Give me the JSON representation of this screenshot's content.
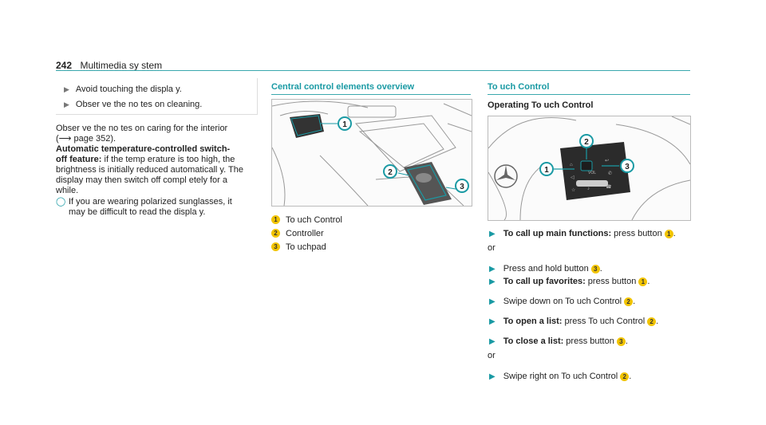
{
  "header": {
    "page_number": "242",
    "title": "Multimedia sy stem"
  },
  "left": {
    "bullets": [
      "Avoid touching the displa y.",
      "Obser ve the no tes on cleaning."
    ],
    "para1": [
      "Obser ve the no tes on caring for the interior",
      "page 352)."
    ],
    "para1_prefix": "(",
    "para2_bold_1": "Automatic temperature-controlled switch-",
    "para2_bold_2": "off feature:",
    "para2_rest": [
      " if the temp erature is too high, the",
      "brightness is initially reduced automaticall y. The",
      "display may then switch off compl etely for a",
      "while."
    ],
    "tip": [
      "If you are wearing polarized sunglasses, it",
      "may be difficult to read the displa y."
    ],
    "tip_icon": "info-bulb-icon"
  },
  "middle": {
    "heading": "Central control elements overview",
    "legend": [
      {
        "n": "1",
        "label": "To uch Control"
      },
      {
        "n": "2",
        "label": "Controller"
      },
      {
        "n": "3",
        "label": "To uchpad"
      }
    ]
  },
  "right": {
    "heading": "To uch Control",
    "subheading": "Operating To uch Control",
    "wheel_labels": {
      "vol": "VOL"
    },
    "steps": [
      {
        "type": "step",
        "bold": "To call up main functions:",
        "text": "press button",
        "n": "1",
        "end": "."
      },
      {
        "type": "or",
        "text": "or"
      },
      {
        "type": "step",
        "bold": "",
        "text": "Press and hold button",
        "n": "3",
        "end": "."
      },
      {
        "type": "step",
        "bold": "To call up favorites:",
        "text": "press button",
        "n": "1",
        "end": "."
      },
      {
        "type": "step",
        "bold": "",
        "text": "Swipe down on To uch Control",
        "n": "2",
        "end": "."
      },
      {
        "type": "step",
        "bold": "To open a list:",
        "text": "press To uch Control",
        "n": "2",
        "end": "."
      },
      {
        "type": "step",
        "bold": "To close a list:",
        "text": "press button",
        "n": "3",
        "end": "."
      },
      {
        "type": "or",
        "text": "or"
      },
      {
        "type": "step",
        "bold": "",
        "text": "Swipe right on To uch Control",
        "n": "2",
        "end": "."
      }
    ]
  },
  "accent_color": "#1a9aa4",
  "callout_color": "#f2c400"
}
